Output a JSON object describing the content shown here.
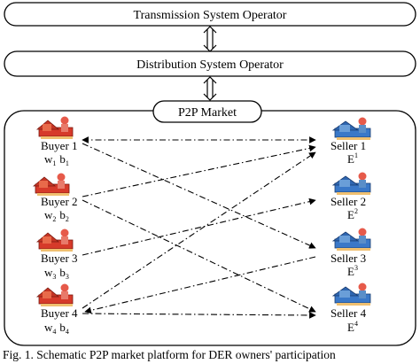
{
  "top_box": {
    "label": "Transmission System Operator"
  },
  "mid_box": {
    "label": "Distribution System Operator"
  },
  "market": {
    "label": "P2P Market"
  },
  "buyers": [
    {
      "name": "Buyer 1",
      "param_a": "w",
      "sub_a": "1",
      "param_b": "b",
      "sub_b": "1"
    },
    {
      "name": "Buyer 2",
      "param_a": "w",
      "sub_a": "2",
      "param_b": "b",
      "sub_b": "2"
    },
    {
      "name": "Buyer 3",
      "param_a": "w",
      "sub_a": "3",
      "param_b": "b",
      "sub_b": "3"
    },
    {
      "name": "Buyer 4",
      "param_a": "w",
      "sub_a": "4",
      "param_b": "b",
      "sub_b": "4"
    }
  ],
  "sellers": [
    {
      "name": "Seller 1",
      "param": "E",
      "sup": "1"
    },
    {
      "name": "Seller 2",
      "param": "E",
      "sup": "2"
    },
    {
      "name": "Seller 3",
      "param": "E",
      "sup": "3"
    },
    {
      "name": "Seller 4",
      "param": "E",
      "sup": "4"
    }
  ],
  "caption": "Fig. 1. Schematic P2P market platform for DER owners' participation",
  "colors": {
    "buyer_icon": "#d63a2a",
    "seller_icon": "#3a78c8",
    "line": "#000000"
  }
}
